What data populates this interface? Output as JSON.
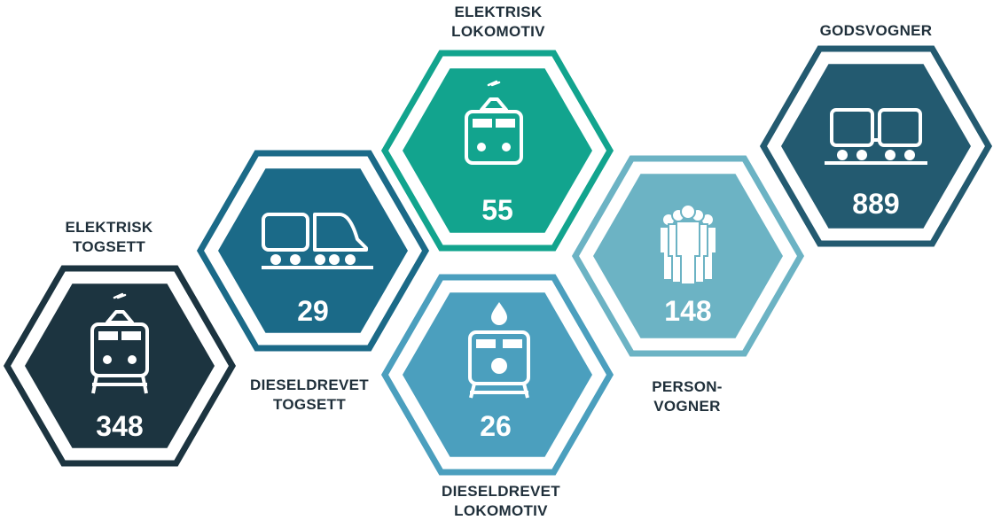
{
  "tiles": [
    {
      "id": "elektrisk-togsett",
      "value": "348",
      "label_lines": [
        "ELEKTRISK",
        "TOGSETT"
      ],
      "icon": "electric-trainset-icon",
      "color": "#1c3440"
    },
    {
      "id": "dieseldrevet-togsett",
      "value": "29",
      "label_lines": [
        "DIESELDREVET",
        "TOGSETT"
      ],
      "icon": "diesel-trainset-icon",
      "color": "#1b6a88"
    },
    {
      "id": "elektrisk-lokomotiv",
      "value": "55",
      "label_lines": [
        "ELEKTRISK",
        "LOKOMOTIV"
      ],
      "icon": "electric-locomotive-icon",
      "color": "#12a48e"
    },
    {
      "id": "dieseldrevet-lokomotiv",
      "value": "26",
      "label_lines": [
        "DIESELDREVET",
        "LOKOMOTIV"
      ],
      "icon": "diesel-locomotive-icon",
      "color": "#4b9fbe"
    },
    {
      "id": "personvogner",
      "value": "148",
      "label_lines": [
        "PERSON-",
        "VOGNER"
      ],
      "icon": "passengers-icon",
      "color": "#6cb3c4"
    },
    {
      "id": "godsvogner",
      "value": "889",
      "label_lines": [
        "GODSVOGNER"
      ],
      "icon": "freight-wagons-icon",
      "color": "#235a70"
    }
  ]
}
